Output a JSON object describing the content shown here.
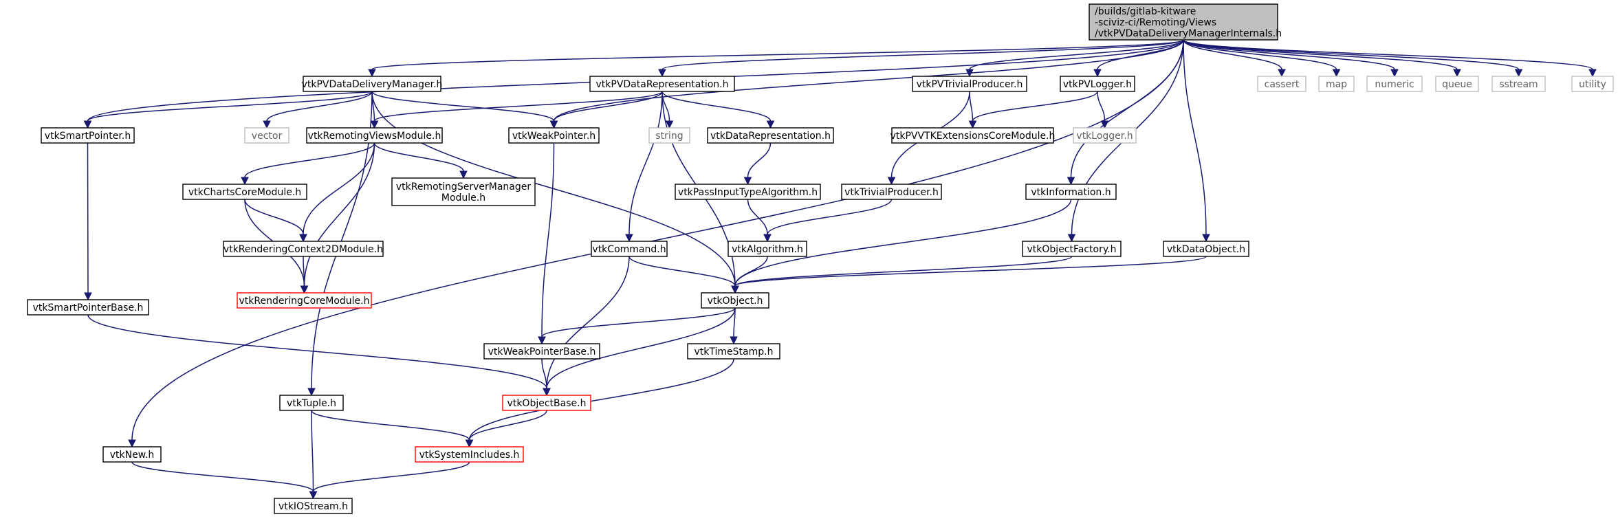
{
  "colors": {
    "edge": "#191970",
    "root_fill": "#bfbfbf",
    "node_border": "#000000",
    "system_border": "#bfbfbf",
    "system_text": "#606060",
    "truncated_border": "#ff0000"
  },
  "nodes": [
    {
      "id": "root",
      "kind": "root",
      "lines": [
        "/builds/gitlab-kitware",
        "-sciviz-ci/Remoting/Views",
        "/vtkPVDataDeliveryManagerInternals.h"
      ]
    },
    {
      "id": "vtkPVDataDeliveryManager",
      "kind": "normal",
      "lines": [
        "vtkPVDataDeliveryManager.h"
      ]
    },
    {
      "id": "vtkSmartPointer",
      "kind": "normal",
      "lines": [
        "vtkSmartPointer.h"
      ]
    },
    {
      "id": "vtkSmartPointerBase",
      "kind": "normal",
      "lines": [
        "vtkSmartPointerBase.h"
      ]
    },
    {
      "id": "vtkObjectBase",
      "kind": "truncated",
      "lines": [
        "vtkObjectBase.h"
      ]
    },
    {
      "id": "vtkSystemIncludes",
      "kind": "truncated",
      "lines": [
        "vtkSystemIncludes.h"
      ]
    },
    {
      "id": "vtkIOStream",
      "kind": "normal",
      "lines": [
        "vtkIOStream.h"
      ]
    },
    {
      "id": "vtkNew",
      "kind": "normal",
      "lines": [
        "vtkNew.h"
      ]
    },
    {
      "id": "vtkTuple",
      "kind": "normal",
      "lines": [
        "vtkTuple.h"
      ]
    },
    {
      "id": "vector",
      "kind": "system",
      "lines": [
        "vector"
      ]
    },
    {
      "id": "vtkRemotingViewsModule",
      "kind": "normal",
      "lines": [
        "vtkRemotingViewsModule.h"
      ]
    },
    {
      "id": "vtkChartsCoreModule",
      "kind": "normal",
      "lines": [
        "vtkChartsCoreModule.h"
      ]
    },
    {
      "id": "vtkRenderingContext2DModule",
      "kind": "normal",
      "lines": [
        "vtkRenderingContext2DModule.h"
      ]
    },
    {
      "id": "vtkRenderingCoreModule",
      "kind": "truncated",
      "lines": [
        "vtkRenderingCoreModule.h"
      ]
    },
    {
      "id": "vtkRemotingServerManagerModule",
      "kind": "normal",
      "lines": [
        "vtkRemotingServerManager",
        "Module.h"
      ]
    },
    {
      "id": "vtkWeakPointer",
      "kind": "normal",
      "lines": [
        "vtkWeakPointer.h"
      ]
    },
    {
      "id": "vtkWeakPointerBase",
      "kind": "normal",
      "lines": [
        "vtkWeakPointerBase.h"
      ]
    },
    {
      "id": "vtkPVDataRepresentation",
      "kind": "normal",
      "lines": [
        "vtkPVDataRepresentation.h"
      ]
    },
    {
      "id": "string",
      "kind": "system",
      "lines": [
        "string"
      ]
    },
    {
      "id": "vtkDataRepresentation",
      "kind": "normal",
      "lines": [
        "vtkDataRepresentation.h"
      ]
    },
    {
      "id": "vtkPassInputTypeAlgorithm",
      "kind": "normal",
      "lines": [
        "vtkPassInputTypeAlgorithm.h"
      ]
    },
    {
      "id": "vtkAlgorithm",
      "kind": "normal",
      "lines": [
        "vtkAlgorithm.h"
      ]
    },
    {
      "id": "vtkCommand",
      "kind": "normal",
      "lines": [
        "vtkCommand.h"
      ]
    },
    {
      "id": "vtkObject",
      "kind": "normal",
      "lines": [
        "vtkObject.h"
      ]
    },
    {
      "id": "vtkTimeStamp",
      "kind": "normal",
      "lines": [
        "vtkTimeStamp.h"
      ]
    },
    {
      "id": "vtkPVTrivialProducer",
      "kind": "normal",
      "lines": [
        "vtkPVTrivialProducer.h"
      ]
    },
    {
      "id": "vtkPVVTKExtensionsCoreModule",
      "kind": "normal",
      "lines": [
        "vtkPVVTKExtensionsCoreModule.h"
      ]
    },
    {
      "id": "vtkTrivialProducer",
      "kind": "normal",
      "lines": [
        "vtkTrivialProducer.h"
      ]
    },
    {
      "id": "vtkPVLogger",
      "kind": "normal",
      "lines": [
        "vtkPVLogger.h"
      ]
    },
    {
      "id": "vtkLogger",
      "kind": "system",
      "lines": [
        "vtkLogger.h"
      ]
    },
    {
      "id": "vtkInformation",
      "kind": "normal",
      "lines": [
        "vtkInformation.h"
      ]
    },
    {
      "id": "vtkObjectFactory",
      "kind": "normal",
      "lines": [
        "vtkObjectFactory.h"
      ]
    },
    {
      "id": "vtkDataObject",
      "kind": "normal",
      "lines": [
        "vtkDataObject.h"
      ]
    },
    {
      "id": "cassert",
      "kind": "system",
      "lines": [
        "cassert"
      ]
    },
    {
      "id": "map",
      "kind": "system",
      "lines": [
        "map"
      ]
    },
    {
      "id": "numeric",
      "kind": "system",
      "lines": [
        "numeric"
      ]
    },
    {
      "id": "queue",
      "kind": "system",
      "lines": [
        "queue"
      ]
    },
    {
      "id": "sstream",
      "kind": "system",
      "lines": [
        "sstream"
      ]
    },
    {
      "id": "utility",
      "kind": "system",
      "lines": [
        "utility"
      ]
    }
  ],
  "edges": [
    [
      "root",
      "vtkPVDataDeliveryManager"
    ],
    [
      "root",
      "vtkSmartPointer"
    ],
    [
      "root",
      "vtkNew"
    ],
    [
      "root",
      "vtkWeakPointer"
    ],
    [
      "root",
      "vtkPVDataRepresentation"
    ],
    [
      "root",
      "vtkPVTrivialProducer"
    ],
    [
      "root",
      "vtkPVLogger"
    ],
    [
      "root",
      "vtkInformation"
    ],
    [
      "root",
      "vtkObjectFactory"
    ],
    [
      "root",
      "vtkDataObject"
    ],
    [
      "root",
      "cassert"
    ],
    [
      "root",
      "map"
    ],
    [
      "root",
      "numeric"
    ],
    [
      "root",
      "queue"
    ],
    [
      "root",
      "sstream"
    ],
    [
      "root",
      "utility"
    ],
    [
      "vtkPVDataDeliveryManager",
      "vtkSmartPointer"
    ],
    [
      "vtkPVDataDeliveryManager",
      "vector"
    ],
    [
      "vtkPVDataDeliveryManager",
      "vtkRemotingViewsModule"
    ],
    [
      "vtkPVDataDeliveryManager",
      "vtkWeakPointer"
    ],
    [
      "vtkPVDataDeliveryManager",
      "vtkTuple"
    ],
    [
      "vtkPVDataDeliveryManager",
      "vtkObject"
    ],
    [
      "vtkSmartPointer",
      "vtkSmartPointerBase"
    ],
    [
      "vtkSmartPointerBase",
      "vtkObjectBase"
    ],
    [
      "vtkObjectBase",
      "vtkSystemIncludes"
    ],
    [
      "vtkSystemIncludes",
      "vtkIOStream"
    ],
    [
      "vtkNew",
      "vtkIOStream"
    ],
    [
      "vtkTuple",
      "vtkIOStream"
    ],
    [
      "vtkTuple",
      "vtkSystemIncludes"
    ],
    [
      "vtkRemotingViewsModule",
      "vtkChartsCoreModule"
    ],
    [
      "vtkRemotingViewsModule",
      "vtkRenderingContext2DModule"
    ],
    [
      "vtkRemotingViewsModule",
      "vtkRenderingCoreModule"
    ],
    [
      "vtkRemotingViewsModule",
      "vtkRemotingServerManagerModule"
    ],
    [
      "vtkChartsCoreModule",
      "vtkRenderingContext2DModule"
    ],
    [
      "vtkChartsCoreModule",
      "vtkRenderingCoreModule"
    ],
    [
      "vtkRenderingContext2DModule",
      "vtkRenderingCoreModule"
    ],
    [
      "vtkWeakPointer",
      "vtkWeakPointerBase"
    ],
    [
      "vtkWeakPointerBase",
      "vtkObjectBase"
    ],
    [
      "vtkPVDataRepresentation",
      "vtkRemotingViewsModule"
    ],
    [
      "vtkPVDataRepresentation",
      "vtkWeakPointer"
    ],
    [
      "vtkPVDataRepresentation",
      "string"
    ],
    [
      "vtkPVDataRepresentation",
      "vtkDataRepresentation"
    ],
    [
      "vtkPVDataRepresentation",
      "vtkCommand"
    ],
    [
      "vtkPVDataRepresentation",
      "vtkObject"
    ],
    [
      "vtkDataRepresentation",
      "vtkPassInputTypeAlgorithm"
    ],
    [
      "vtkPassInputTypeAlgorithm",
      "vtkAlgorithm"
    ],
    [
      "vtkAlgorithm",
      "vtkObject"
    ],
    [
      "vtkCommand",
      "vtkObject"
    ],
    [
      "vtkCommand",
      "vtkObjectBase"
    ],
    [
      "vtkObject",
      "vtkWeakPointerBase"
    ],
    [
      "vtkObject",
      "vtkObjectBase"
    ],
    [
      "vtkObject",
      "vtkTimeStamp"
    ],
    [
      "vtkTimeStamp",
      "vtkSystemIncludes"
    ],
    [
      "vtkPVTrivialProducer",
      "vtkPVVTKExtensionsCoreModule"
    ],
    [
      "vtkPVTrivialProducer",
      "vtkTrivialProducer"
    ],
    [
      "vtkTrivialProducer",
      "vtkAlgorithm"
    ],
    [
      "vtkPVLogger",
      "vtkPVVTKExtensionsCoreModule"
    ],
    [
      "vtkPVLogger",
      "vtkLogger"
    ],
    [
      "vtkInformation",
      "vtkObject"
    ],
    [
      "vtkObjectFactory",
      "vtkObject"
    ],
    [
      "vtkDataObject",
      "vtkObject"
    ]
  ]
}
